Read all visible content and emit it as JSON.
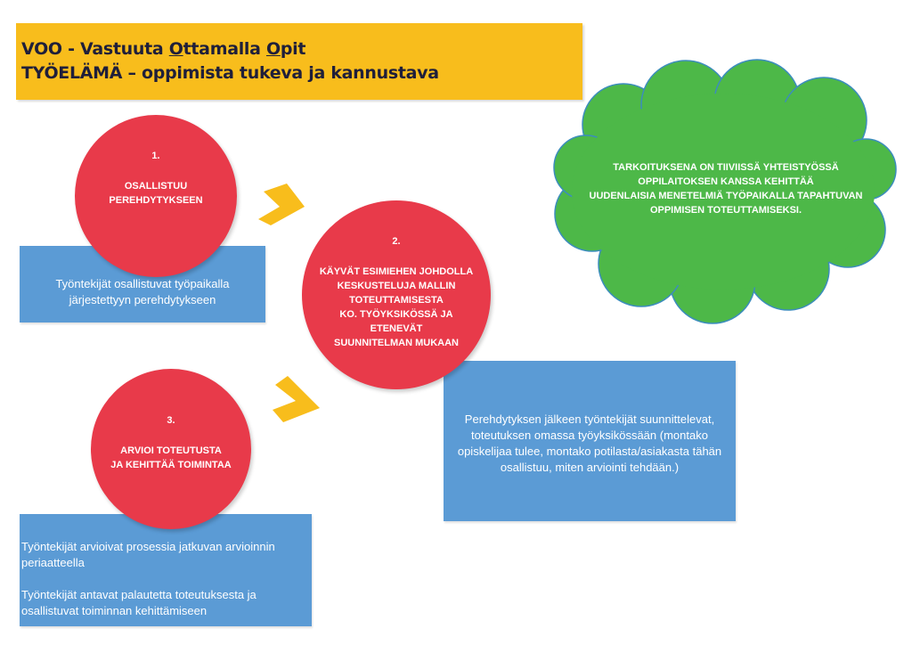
{
  "header": {
    "title_line1_parts": [
      "VOO - Vastuuta ",
      "O",
      "ttamalla ",
      "O",
      "pit"
    ],
    "title_line2": "TYÖELÄMÄ – oppimista tukeva ja kannustava"
  },
  "steps": [
    {
      "number": "1.",
      "text": "OSALLISTUU\nPEREHDYTYKSEEN",
      "description": "Työntekijät osallistuvat työpaikalla\njärjestettyyn perehdytykseen"
    },
    {
      "number": "2.",
      "text": "KÄYVÄT ESIMIEHEN JOHDOLLA\nKESKUSTELUJA MALLIN\nTOTEUTTAMISESTA\nKO. TYÖYKSIKÖSSÄ JA\nETENEVÄT\nSUUNNITELMAN MUKAAN",
      "description": "Perehdytyksen jälkeen työntekijät suunnittelevat,\ntoteutuksen omassa työyksikössään (montako\nopiskelijaa tulee, montako potilasta/asiakasta tähän\nosallistuu, miten arviointi tehdään.)"
    },
    {
      "number": "3.",
      "text": "ARVIOI TOTEUTUSTA\nJA KEHITTÄÄ TOIMINTAA",
      "description": "Työntekijät arvioivat prosessia jatkuvan arvioinnin\nperiaatteella\n\nTyöntekijät antavat palautetta toteutuksesta ja\nosallistuvat toiminnan kehittämiseen"
    }
  ],
  "cloud": {
    "text": "TARKOITUKSENA ON TIIVIISSÄ YHTEISTYÖSSÄ\nOPPILAITOKSEN KANSSA KEHITTÄÄ\nUUDENLAISIA MENETELMIÄ TYÖPAIKALLA TAPAHTUVAN\nOPPIMISEN TOTEUTTAMISEKSI."
  },
  "colors": {
    "title_bg": "#f8bd1c",
    "circle": "#e83a4a",
    "box": "#5b9bd5",
    "cloud": "#4db848",
    "cloud_border": "#3c8dbc",
    "arrow": "#f8bd1c"
  }
}
